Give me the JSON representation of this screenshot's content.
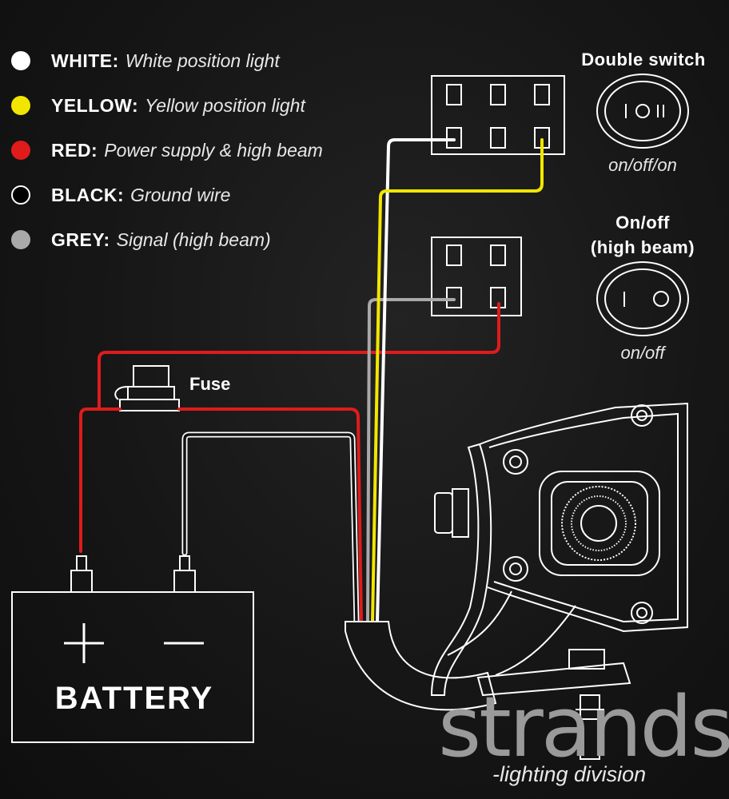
{
  "legend": [
    {
      "name": "WHITE:",
      "desc": "White position light",
      "color": "#ffffff",
      "filled": true
    },
    {
      "name": "YELLOW:",
      "desc": "Yellow position light",
      "color": "#f2e600",
      "filled": true
    },
    {
      "name": "RED:",
      "desc": "Power supply & high beam",
      "color": "#e01b1b",
      "filled": true
    },
    {
      "name": "BLACK:",
      "desc": "Ground wire",
      "color": "#000000",
      "filled": false
    },
    {
      "name": "GREY:",
      "desc": "Signal (high beam)",
      "color": "#a9a9a9",
      "filled": true
    }
  ],
  "switches": {
    "double": {
      "title": "Double switch",
      "caption": "on/off/on"
    },
    "onoff": {
      "title_line1": "On/off",
      "title_line2": "(high beam)",
      "caption": "on/off"
    }
  },
  "fuse_label": "Fuse",
  "battery": {
    "label": "BATTERY",
    "plus": "+",
    "minus": "−"
  },
  "brand": {
    "name": "strands",
    "sub": "-lighting division"
  },
  "colors": {
    "white": "#ffffff",
    "yellow": "#f2e600",
    "red": "#e01b1b",
    "grey": "#a9a9a9",
    "background": "#161616"
  }
}
